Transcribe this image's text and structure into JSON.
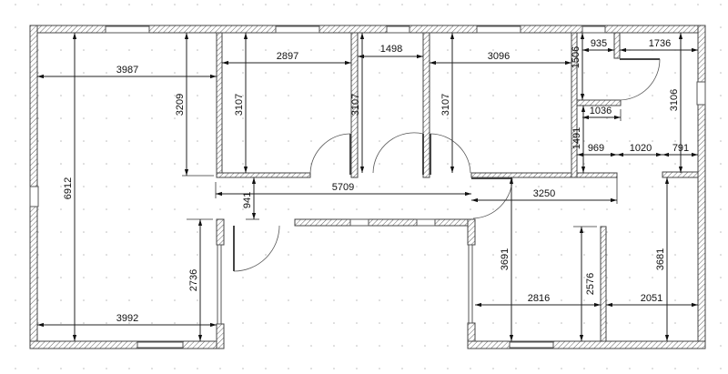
{
  "title": "Apartment floor plan",
  "dimensions": [
    "3987",
    "3209",
    "6912",
    "2897",
    "3107",
    "1498",
    "3107",
    "3107",
    "3096",
    "1506",
    "935",
    "1736",
    "1036",
    "1491",
    "969",
    "1020",
    "791",
    "3106",
    "5709",
    "941",
    "3250",
    "2736",
    "3992",
    "3691",
    "2576",
    "2816",
    "3681",
    "2051"
  ],
  "colors": {
    "wall_stroke": "#444444",
    "dimension": "#222222",
    "grid_dot": "#bbbbbb"
  }
}
